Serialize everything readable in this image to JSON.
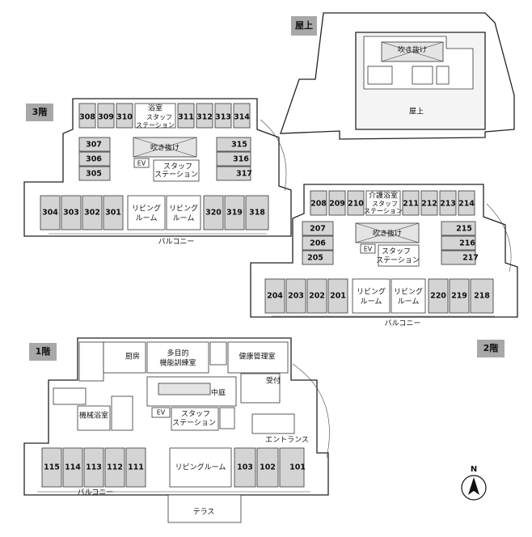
{
  "floors": {
    "roof": {
      "badge": "屋上",
      "void": "吹き抜け",
      "roof_label": "屋上"
    },
    "f3": {
      "badge": "3階",
      "top_rooms": [
        "308",
        "309",
        "310",
        "311",
        "312",
        "313",
        "314"
      ],
      "bath": "浴室",
      "staff_top": "スタッフ",
      "station_top": "ステーション",
      "left_rooms": [
        "307",
        "306",
        "305"
      ],
      "right_rooms": [
        "315",
        "316",
        "317"
      ],
      "void": "吹き抜け",
      "ev": "EV",
      "staff": "スタッフ",
      "station": "ステーション",
      "bottom_left_rooms": [
        "304",
        "303",
        "302",
        "301"
      ],
      "living1_a": "リビング",
      "living1_b": "ルーム",
      "living2_a": "リビング",
      "living2_b": "ルーム",
      "bottom_right_rooms": [
        "320",
        "319",
        "318"
      ],
      "balcony": "バルコニー"
    },
    "f2": {
      "badge": "2階",
      "top_rooms": [
        "208",
        "209",
        "210",
        "211",
        "212",
        "213",
        "214"
      ],
      "bath": "介護浴室",
      "staff_top": "スタッフ",
      "station_top": "ステーション",
      "left_rooms": [
        "207",
        "206",
        "205"
      ],
      "right_rooms": [
        "215",
        "216",
        "217"
      ],
      "void": "吹き抜け",
      "ev": "EV",
      "staff": "スタッフ",
      "station": "ステーション",
      "bottom_left_rooms": [
        "204",
        "203",
        "202",
        "201"
      ],
      "living1_a": "リビング",
      "living1_b": "ルーム",
      "living2_a": "リビング",
      "living2_b": "ルーム",
      "bottom_right_rooms": [
        "220",
        "219",
        "218"
      ],
      "balcony": "バルコニー"
    },
    "f1": {
      "badge": "1階",
      "kitchen": "厨房",
      "multi_a": "多目的",
      "multi_b": "機能訓練室",
      "health": "健康管理室",
      "courtyard": "中庭",
      "reception": "受付",
      "machine_bath": "機械浴室",
      "ev": "EV",
      "staff": "スタッフ",
      "station": "ステーション",
      "entrance": "エントランス",
      "left_rooms": [
        "115",
        "114",
        "113",
        "112",
        "111"
      ],
      "living": "リビングルーム",
      "right_rooms": [
        "103",
        "102",
        "101"
      ],
      "balcony": "バルコニー",
      "terrace": "テラス"
    }
  },
  "compass": {
    "label": "N"
  },
  "colors": {
    "room_fill": "#d4d4d4",
    "badge_fill": "#a8a8a8"
  }
}
